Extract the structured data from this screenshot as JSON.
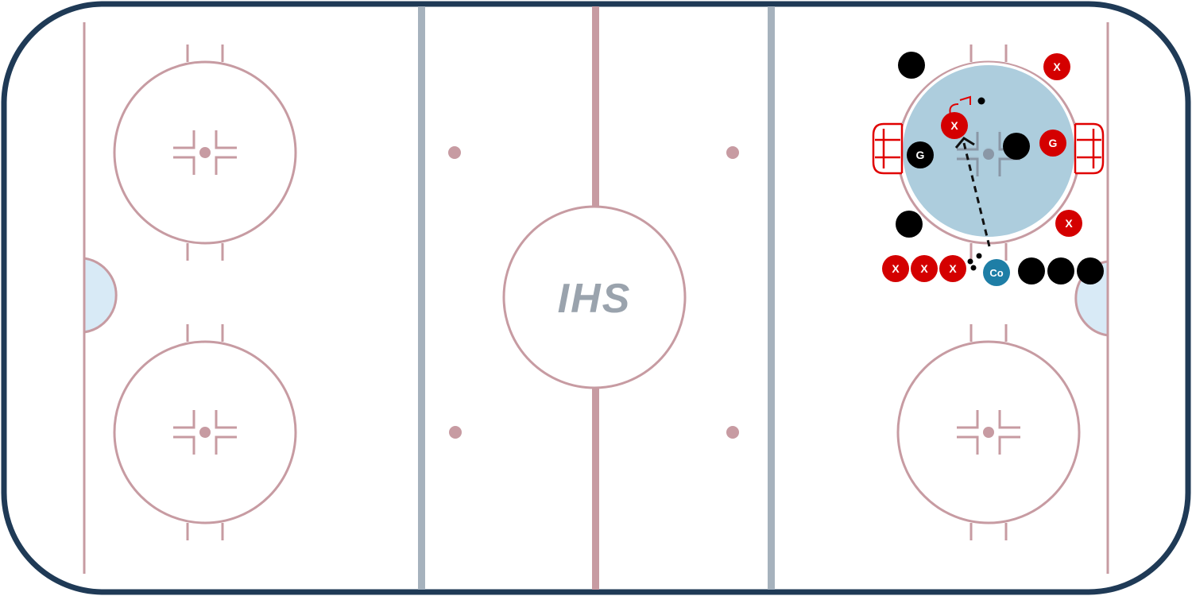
{
  "logo": {
    "text": "IHS"
  },
  "colors": {
    "board": "#1f3a56",
    "line_red": "#c79ba2",
    "line_blue": "#a6b2bd",
    "crease": "#d8eaf6",
    "shaded_zone": "#a9cadb",
    "player_red": "#d40000",
    "player_black": "#000000",
    "coach": "#1e7ea6",
    "net": "#e00000",
    "logo": "#9aa3ad",
    "drill_line": "#111111"
  },
  "players": {
    "red_x_corner_top": {
      "label": "X"
    },
    "red_x_in_circle": {
      "label": "X"
    },
    "red_goalie": {
      "label": "G"
    },
    "red_x_right_low": {
      "label": "X"
    },
    "red_x_line_1": {
      "label": "X"
    },
    "red_x_line_2": {
      "label": "X"
    },
    "red_x_line_3": {
      "label": "X"
    },
    "black_goalie": {
      "label": "G"
    },
    "coach": {
      "label": "Co"
    }
  }
}
